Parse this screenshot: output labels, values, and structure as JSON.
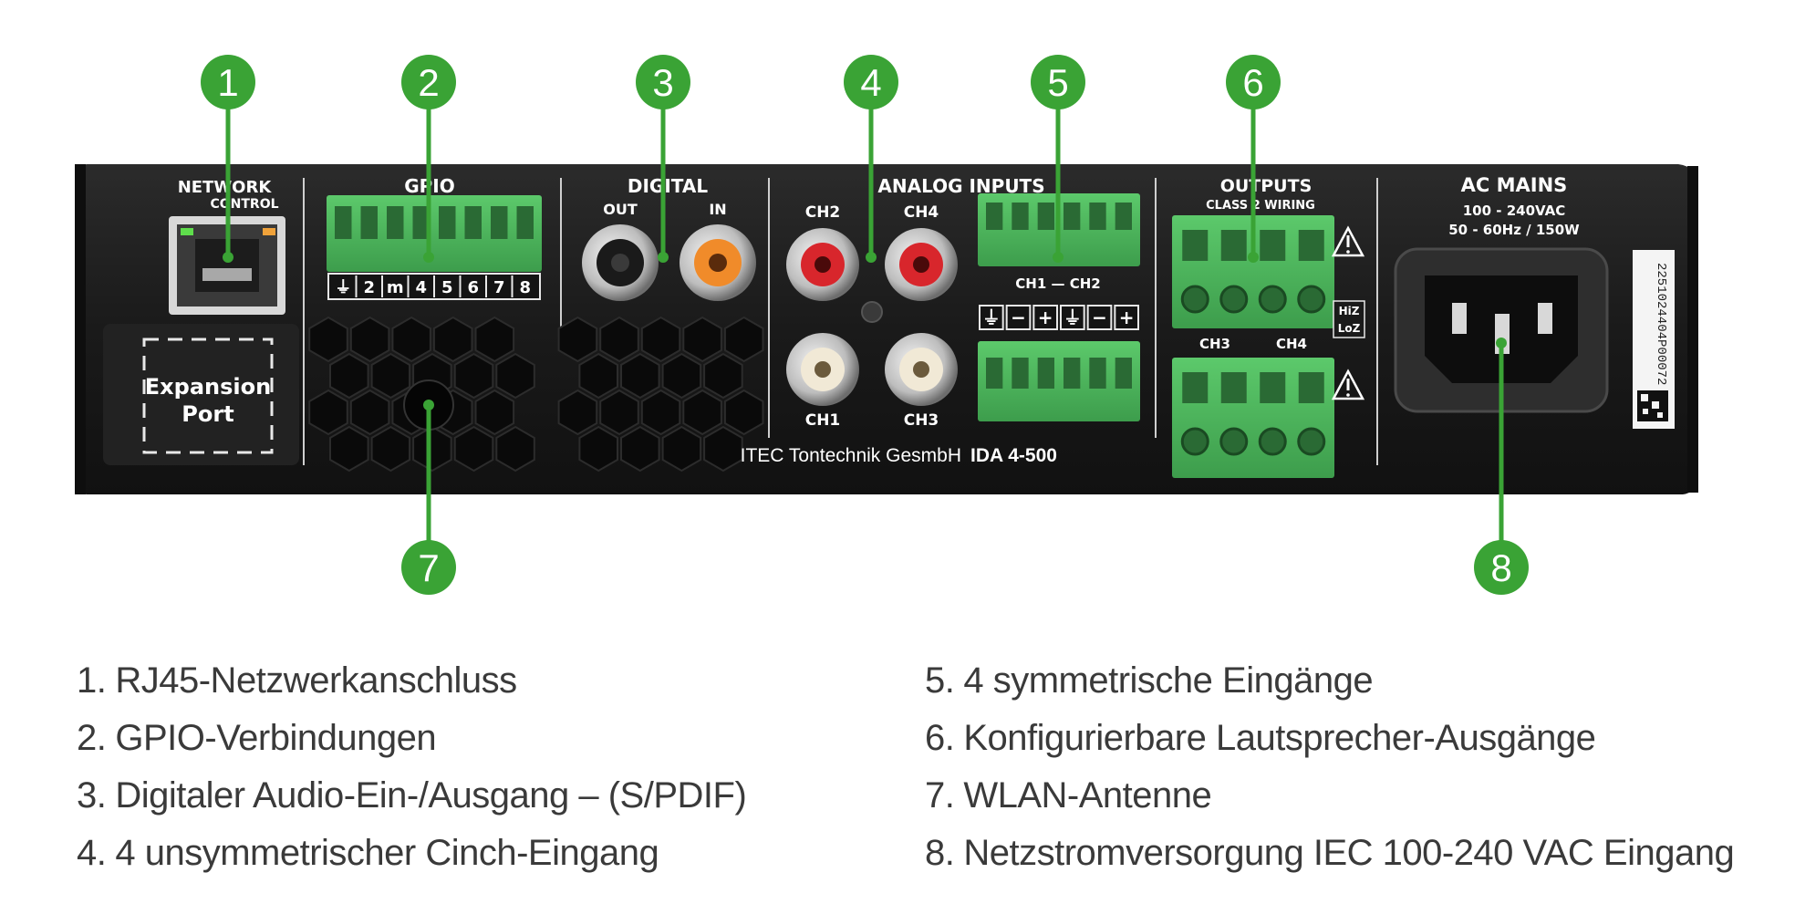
{
  "panel": {
    "network": [
      "NETWORK",
      "CONTROL"
    ],
    "expansion": [
      "Expansion",
      "Port"
    ],
    "gpio": {
      "title": "GPIO",
      "terminals": [
        "⏚",
        "2",
        "m",
        "4",
        "5",
        "6",
        "7",
        "8"
      ]
    },
    "digital": {
      "title": "DIGITAL",
      "out": "OUT",
      "in": "IN"
    },
    "analog": {
      "title": "ANALOG INPUTS",
      "ch2": "CH2",
      "ch4": "CH4",
      "ch1": "CH1",
      "ch3": "CH3",
      "group_top": "CH1 — CH2",
      "polarity": [
        "⏚",
        "−",
        "+",
        "⏚",
        "−",
        "+"
      ]
    },
    "outputs": {
      "title": "OUTPUTS",
      "subtitle": "CLASS 2 WIRING",
      "hiz": "HiZ",
      "loz": "LoZ",
      "ch3": "CH3",
      "ch4": "CH4"
    },
    "mains": {
      "title": "AC MAINS",
      "voltage": "100 - 240VAC",
      "freq": "50 - 60Hz / 150W"
    },
    "serial": "2251024404P00072",
    "brand": "ITEC Tontechnik GesmbH",
    "model": "IDA 4-500"
  },
  "markers": [
    "1",
    "2",
    "3",
    "4",
    "5",
    "6",
    "7",
    "8"
  ],
  "legend": {
    "left": [
      {
        "num": "1.",
        "text": "RJ45-Netzwerkanschluss"
      },
      {
        "num": "2.",
        "text": "GPIO-Verbindungen"
      },
      {
        "num": "3.",
        "text": "Digitaler Audio-Ein-/Ausgang – (S/PDIF)"
      },
      {
        "num": "4.",
        "text": "4 unsymmetrischer Cinch-Eingang"
      }
    ],
    "right": [
      {
        "num": "5.",
        "text": "4 symmetrische Eingänge"
      },
      {
        "num": "6.",
        "text": "Konfigurierbare Lautsprecher-Ausgänge"
      },
      {
        "num": "7.",
        "text": "WLAN-Antenne"
      },
      {
        "num": "8.",
        "text": "Netzstromversorgung IEC 100-240 VAC Eingang"
      }
    ]
  },
  "colors": {
    "marker": "#3aa335",
    "chassis": "#1c1c1c",
    "terminal": "#47b45a",
    "rca_red": "#d8262c",
    "rca_orange": "#f08b2a"
  }
}
